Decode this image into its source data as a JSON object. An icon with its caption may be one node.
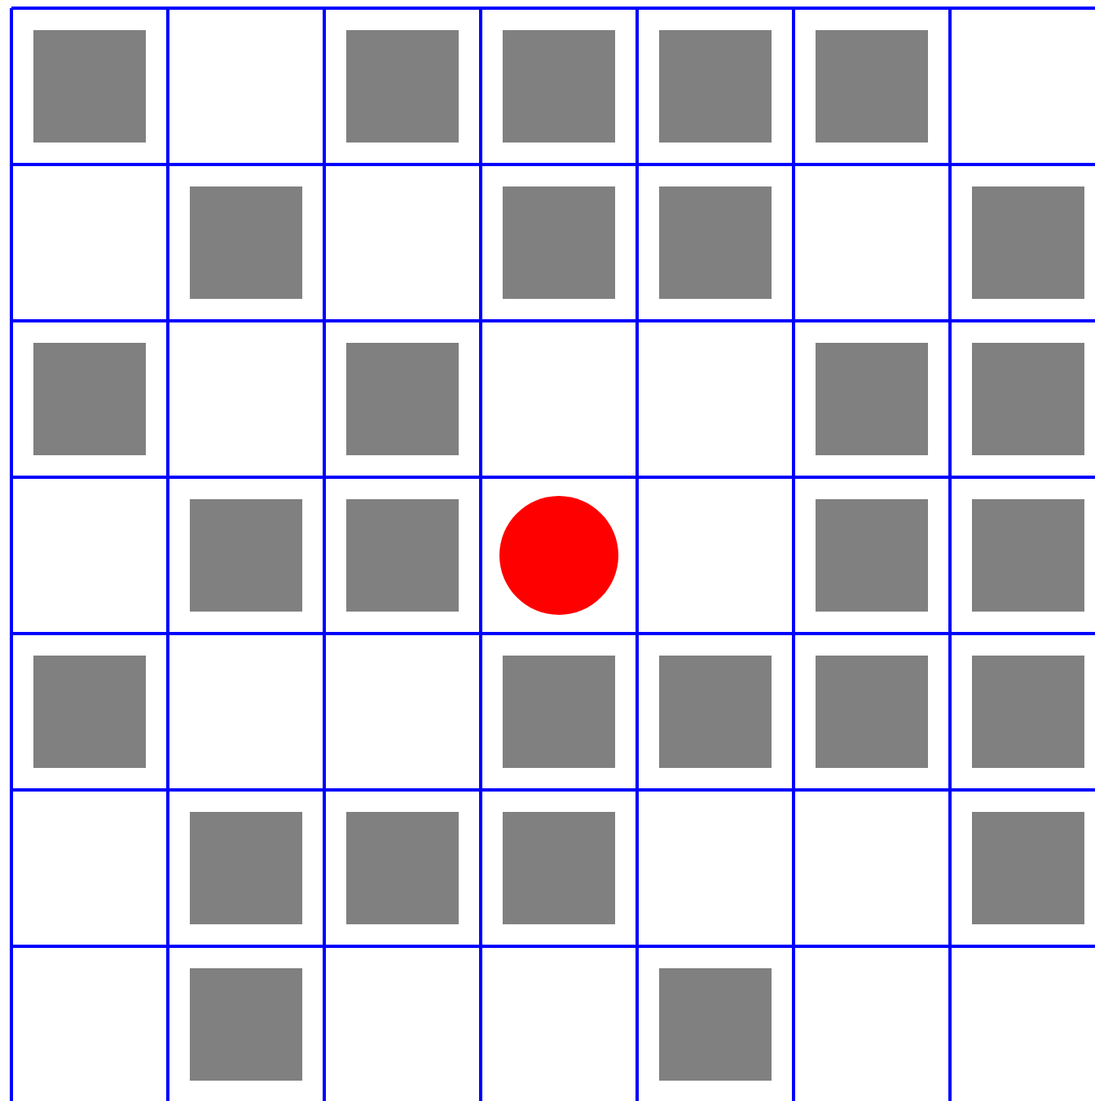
{
  "diagram": {
    "nodes": [
      {
        "text": [],
        "shape": "box"
      },
      {
        "text": [],
        "shape": "box"
      },
      {
        "text": [],
        "shape": "box"
      },
      {
        "text": [],
        "shape": "box"
      },
      {
        "text": [],
        "shape": "box"
      },
      {
        "text": [],
        "shape": "box"
      },
      {
        "text": [],
        "shape": "box"
      },
      {
        "text": [],
        "shape": "box"
      },
      {
        "text": [],
        "shape": "box"
      },
      {
        "text": [],
        "shape": "box"
      },
      {
        "text": [],
        "shape": "box"
      },
      {
        "text": [],
        "shape": "box"
      },
      {
        "text": [],
        "shape": "box"
      },
      {
        "text": [],
        "shape": "box"
      },
      {
        "text": [],
        "shape": "box"
      },
      {
        "text": [],
        "shape": "circle"
      },
      {
        "text": [],
        "shape": "box"
      },
      {
        "text": [],
        "shape": "box"
      },
      {
        "text": [],
        "shape": "box"
      },
      {
        "text": [],
        "shape": "box"
      },
      {
        "text": [],
        "shape": "box"
      },
      {
        "text": [],
        "shape": "box"
      },
      {
        "text": [],
        "shape": "box"
      },
      {
        "text": [],
        "shape": "box"
      },
      {
        "text": [],
        "shape": "box"
      },
      {
        "text": [],
        "shape": "box"
      },
      {
        "text": [],
        "shape": "box"
      },
      {
        "text": [],
        "shape": "box"
      },
      {
        "text": [],
        "shape": "box"
      }
    ]
  }
}
